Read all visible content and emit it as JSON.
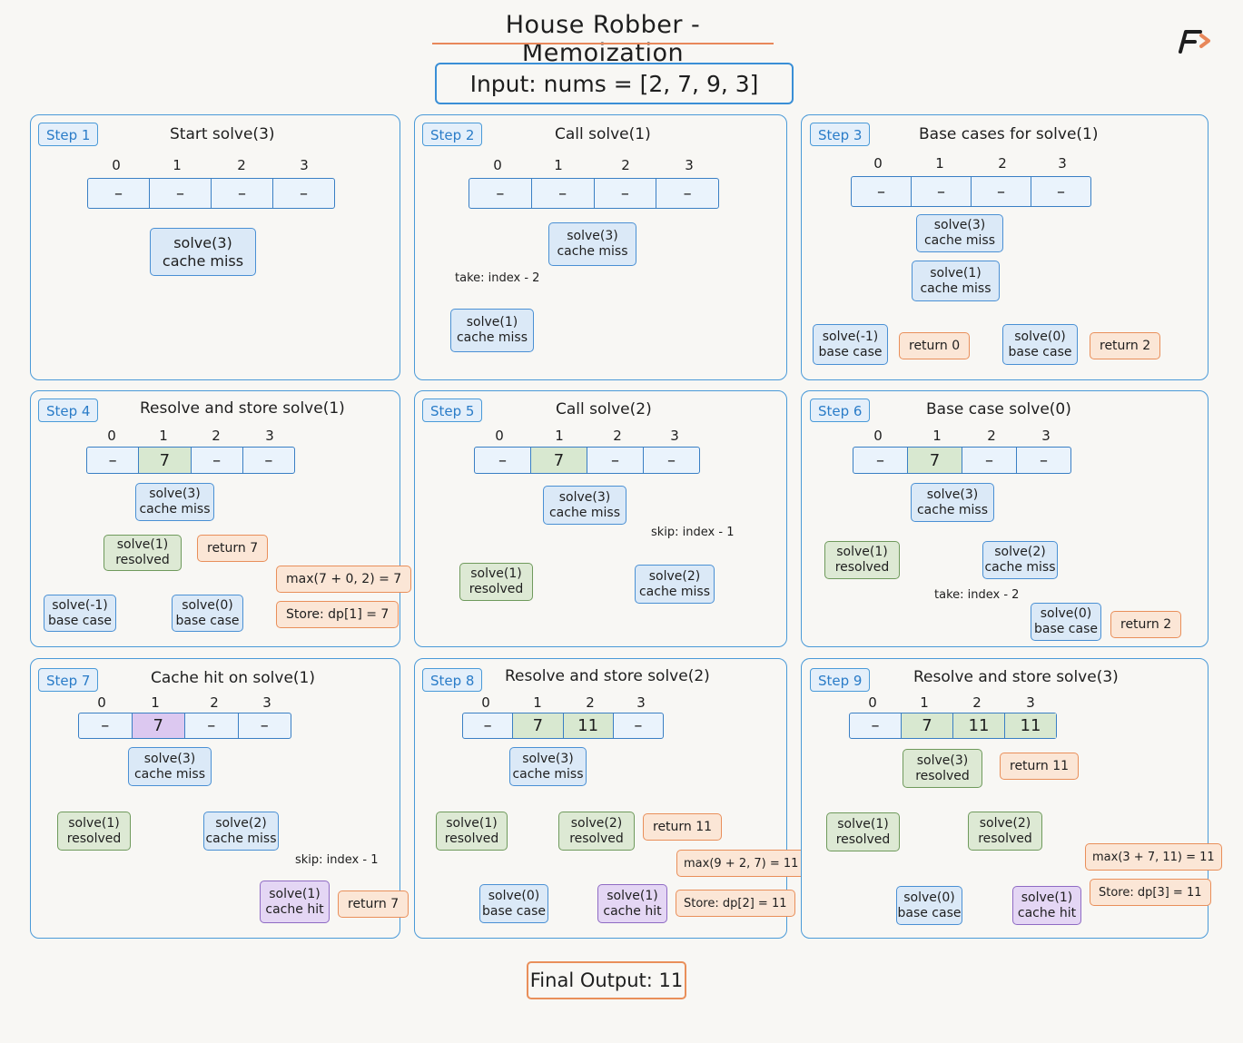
{
  "title": "House Robber - Memoization",
  "input_label": "Input: nums = [2, 7, 9, 3]",
  "final_output": "Final Output: 11",
  "colors": {
    "panel_border": "#4a9ad8",
    "cached": "#d8e8d0",
    "cache_hit": "#dcc8f0",
    "note": "#fbe6d6",
    "accent": "#e8875a"
  },
  "steps": [
    {
      "badge": "Step 1",
      "title": "Start solve(3)",
      "indices": [
        "0",
        "1",
        "2",
        "3"
      ],
      "memo": [
        "–",
        "–",
        "–",
        "–"
      ],
      "nodes": [
        {
          "l1": "solve(3)",
          "l2": "cache miss"
        }
      ]
    },
    {
      "badge": "Step 2",
      "title": "Call solve(1)",
      "indices": [
        "0",
        "1",
        "2",
        "3"
      ],
      "memo": [
        "–",
        "–",
        "–",
        "–"
      ],
      "nodes": [
        {
          "l1": "solve(3)",
          "l2": "cache miss"
        },
        {
          "l1": "solve(1)",
          "l2": "cache miss"
        }
      ],
      "edge_labels": [
        "take: index - 2"
      ]
    },
    {
      "badge": "Step 3",
      "title": "Base cases for solve(1)",
      "indices": [
        "0",
        "1",
        "2",
        "3"
      ],
      "memo": [
        "–",
        "–",
        "–",
        "–"
      ],
      "nodes": [
        {
          "l1": "solve(3)",
          "l2": "cache miss"
        },
        {
          "l1": "solve(1)",
          "l2": "cache miss"
        },
        {
          "l1": "solve(-1)",
          "l2": "base case"
        },
        {
          "l1": "solve(0)",
          "l2": "base case"
        }
      ],
      "notes": [
        "return 0",
        "return 2"
      ]
    },
    {
      "badge": "Step 4",
      "title": "Resolve and store solve(1)",
      "indices": [
        "0",
        "1",
        "2",
        "3"
      ],
      "memo": [
        "–",
        "7",
        "–",
        "–"
      ],
      "nodes": [
        {
          "l1": "solve(3)",
          "l2": "cache miss"
        },
        {
          "l1": "solve(1)",
          "l2": "resolved"
        },
        {
          "l1": "solve(-1)",
          "l2": "base case"
        },
        {
          "l1": "solve(0)",
          "l2": "base case"
        }
      ],
      "notes": [
        "return 7",
        "max(7 + 0, 2) = 7",
        "Store: dp[1] = 7"
      ]
    },
    {
      "badge": "Step 5",
      "title": "Call solve(2)",
      "indices": [
        "0",
        "1",
        "2",
        "3"
      ],
      "memo": [
        "–",
        "7",
        "–",
        "–"
      ],
      "nodes": [
        {
          "l1": "solve(3)",
          "l2": "cache miss"
        },
        {
          "l1": "solve(1)",
          "l2": "resolved"
        },
        {
          "l1": "solve(2)",
          "l2": "cache miss"
        }
      ],
      "edge_labels": [
        "skip: index - 1"
      ]
    },
    {
      "badge": "Step 6",
      "title": "Base case solve(0)",
      "indices": [
        "0",
        "1",
        "2",
        "3"
      ],
      "memo": [
        "–",
        "7",
        "–",
        "–"
      ],
      "nodes": [
        {
          "l1": "solve(3)",
          "l2": "cache miss"
        },
        {
          "l1": "solve(1)",
          "l2": "resolved"
        },
        {
          "l1": "solve(2)",
          "l2": "cache miss"
        },
        {
          "l1": "solve(0)",
          "l2": "base case"
        }
      ],
      "notes": [
        "return 2"
      ],
      "edge_labels": [
        "take: index - 2"
      ]
    },
    {
      "badge": "Step 7",
      "title": "Cache hit on solve(1)",
      "indices": [
        "0",
        "1",
        "2",
        "3"
      ],
      "memo": [
        "–",
        "7",
        "–",
        "–"
      ],
      "nodes": [
        {
          "l1": "solve(3)",
          "l2": "cache miss"
        },
        {
          "l1": "solve(1)",
          "l2": "resolved"
        },
        {
          "l1": "solve(2)",
          "l2": "cache miss"
        },
        {
          "l1": "solve(1)",
          "l2": "cache hit"
        }
      ],
      "notes": [
        "return 7"
      ],
      "edge_labels": [
        "skip: index - 1"
      ]
    },
    {
      "badge": "Step 8",
      "title": "Resolve and store solve(2)",
      "indices": [
        "0",
        "1",
        "2",
        "3"
      ],
      "memo": [
        "–",
        "7",
        "11",
        "–"
      ],
      "nodes": [
        {
          "l1": "solve(3)",
          "l2": "cache miss"
        },
        {
          "l1": "solve(1)",
          "l2": "resolved"
        },
        {
          "l1": "solve(2)",
          "l2": "resolved"
        },
        {
          "l1": "solve(0)",
          "l2": "base case"
        },
        {
          "l1": "solve(1)",
          "l2": "cache hit"
        }
      ],
      "notes": [
        "return 11",
        "max(9 + 2, 7) = 11",
        "Store: dp[2] = 11"
      ]
    },
    {
      "badge": "Step 9",
      "title": "Resolve and store solve(3)",
      "indices": [
        "0",
        "1",
        "2",
        "3"
      ],
      "memo": [
        "–",
        "7",
        "11",
        "11"
      ],
      "nodes": [
        {
          "l1": "solve(3)",
          "l2": "resolved"
        },
        {
          "l1": "solve(1)",
          "l2": "resolved"
        },
        {
          "l1": "solve(2)",
          "l2": "resolved"
        },
        {
          "l1": "solve(0)",
          "l2": "base case"
        },
        {
          "l1": "solve(1)",
          "l2": "cache hit"
        }
      ],
      "notes": [
        "return 11",
        "max(3 + 7, 11) = 11",
        "Store: dp[3] = 11"
      ]
    }
  ]
}
